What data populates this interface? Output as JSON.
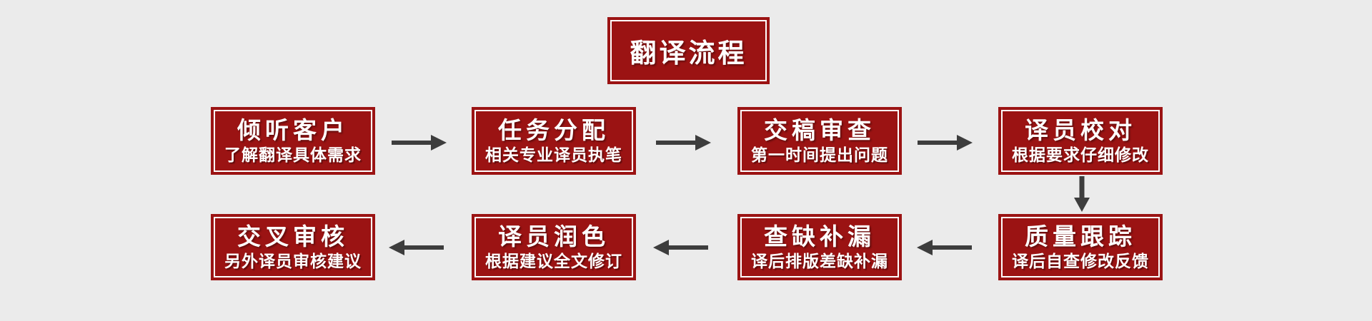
{
  "title": {
    "label": "翻译流程"
  },
  "flow": {
    "row1": [
      {
        "title": "倾听客户",
        "subtitle": "了解翻译具体需求"
      },
      {
        "title": "任务分配",
        "subtitle": "相关专业译员执笔"
      },
      {
        "title": "交稿审查",
        "subtitle": "第一时间提出问题"
      },
      {
        "title": "译员校对",
        "subtitle": "根据要求仔细修改"
      }
    ],
    "row2": [
      {
        "title": "交叉审核",
        "subtitle": "另外译员审核建议"
      },
      {
        "title": "译员润色",
        "subtitle": "根据建议全文修订"
      },
      {
        "title": "查缺补漏",
        "subtitle": "译后排版差缺补漏"
      },
      {
        "title": "质量跟踪",
        "subtitle": "译后自查修改反馈"
      }
    ]
  },
  "arrows": {
    "row1_direction": "right",
    "row2_direction": "left",
    "connector_direction": "down"
  },
  "colors": {
    "background": "#ebebeb",
    "box_fill": "#9b1313",
    "box_border": "#ffffff",
    "text": "#ffffff",
    "arrow": "#3d3d3d"
  }
}
